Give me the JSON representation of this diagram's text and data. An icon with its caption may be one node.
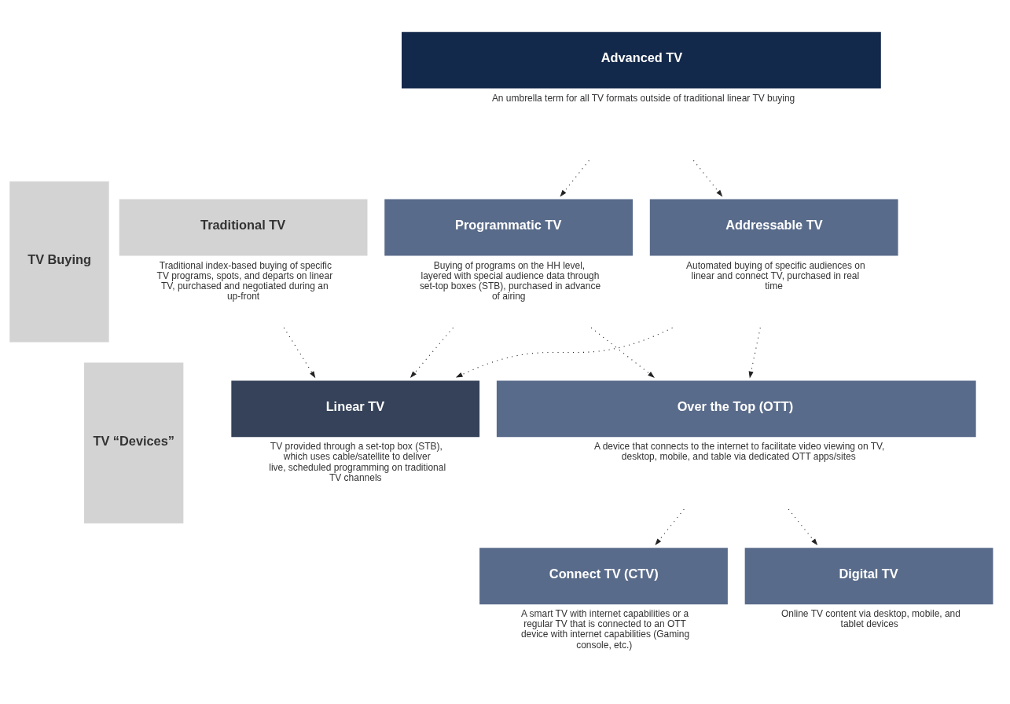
{
  "diagram": {
    "nodes": [
      {
        "text": [
          "Advanced TV"
        ],
        "beside": [
          "An umbrella term for all TV formats outside of traditional linear TV buying"
        ]
      },
      {
        "text": [
          "TV Buying"
        ]
      },
      {
        "text": [
          "TV “Devices”"
        ]
      },
      {
        "text": [
          "Traditional TV"
        ],
        "beside": [
          "Traditional index-based buying of specific TV programs, spots, and departs on linear TV, purchased and negotiated during an up-front"
        ]
      },
      {
        "text": [
          "Programmatic TV"
        ],
        "beside": [
          "Buying of programs on the HH level, layered with special audience data through set-top boxes (STB), purchased in advance of airing"
        ]
      },
      {
        "text": [
          "Addressable TV"
        ],
        "beside": [
          "Automated buying of specific audiences on linear and connect TV, purchased in real time"
        ]
      },
      {
        "text": [
          "Linear TV"
        ],
        "beside": [
          "TV provided through a set-top box (STB), which uses cable/satellite to deliver live, scheduled programming on traditional TV channels"
        ]
      },
      {
        "text": [
          "Over the Top (OTT)"
        ],
        "beside": [
          "A device that connects to the internet to facilitate video viewing on TV, desktop, mobile, and table via dedicated OTT apps/sites"
        ]
      },
      {
        "text": [
          "Connect TV (CTV)"
        ],
        "beside": [
          "A smart TV with internet capabilities or a regular TV that is connected to an OTT device with internet capabilities (Gaming console, etc.)"
        ]
      },
      {
        "text": [
          "Digital TV"
        ],
        "beside": [
          "Online TV content via desktop, mobile, and tablet devices"
        ]
      }
    ],
    "edges": [
      {
        "from": 0,
        "to": 4,
        "arrow": "to",
        "style": "dashed"
      },
      {
        "from": 0,
        "to": 5,
        "arrow": "to",
        "style": "dashed"
      },
      {
        "from": 3,
        "to": 6,
        "arrow": "to",
        "style": "dashed"
      },
      {
        "from": 4,
        "to": 6,
        "arrow": "to",
        "style": "dashed"
      },
      {
        "from": 4,
        "to": 7,
        "arrow": "to",
        "style": "dashed"
      },
      {
        "from": 5,
        "to": 6,
        "arrow": "to",
        "style": "dashed"
      },
      {
        "from": 5,
        "to": 7,
        "arrow": "to",
        "style": "dashed"
      },
      {
        "from": 7,
        "to": 8,
        "arrow": "to",
        "style": "dashed"
      },
      {
        "from": 7,
        "to": 9,
        "arrow": "to",
        "style": "dashed"
      }
    ]
  }
}
